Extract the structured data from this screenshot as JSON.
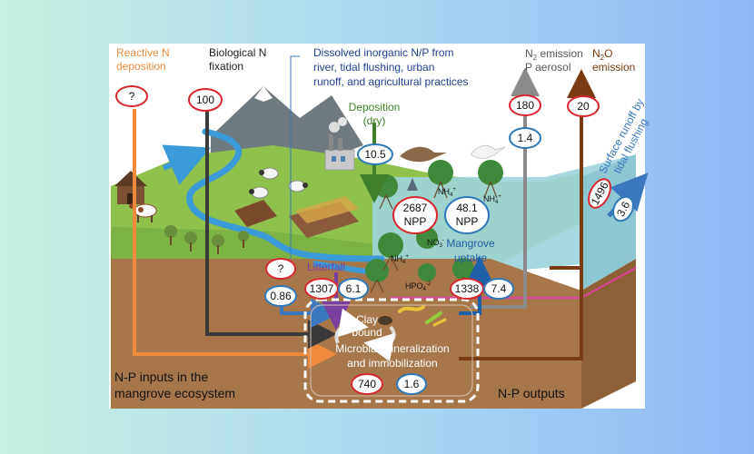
{
  "labels": {
    "reactive_n_1": "Reactive N",
    "reactive_n_2": "deposition",
    "bio_n_1": "Biological N",
    "bio_n_2": "fixation",
    "dissolved_1": "Dissolved inorganic N/P from",
    "dissolved_2": "river, tidal flushing, urban",
    "dissolved_3": "runoff, and agricultural practices",
    "deposition_dry_1": "Deposition",
    "deposition_dry_2": "(dry)",
    "n2_emission_1": "N",
    "n2_emission_sub": "2",
    "n2_emission_2": " emission",
    "p_aerosol": "P aerosol",
    "n2o_1": "N",
    "n2o_sub": "2",
    "n2o_2": "O",
    "n2o_emission": "emission",
    "surface_runoff_1": "Surface runoff by",
    "surface_runoff_2": "tidal flushing",
    "litterfall": "Litterfall",
    "mangrove_uptake_1": "Mangrove",
    "mangrove_uptake_2": "uptake",
    "clay_bound_1": "Clay",
    "clay_bound_2": "bound",
    "microbial_1": "Microbial mineralization",
    "microbial_2": "and immobilization",
    "inputs_1": "N-P inputs in the",
    "inputs_2": "mangrove ecosystem",
    "outputs": "N-P outputs",
    "npp": "NPP",
    "nh4_a": "NH",
    "nh4_b": "4",
    "nh4_c": "+",
    "no3_a": "NO",
    "no3_b": "3",
    "no3_c": "-",
    "hpo4_a": "HPO",
    "hpo4_b": "4",
    "hpo4_c": "-2"
  },
  "values": {
    "reactive_n": "?",
    "bio_fixation": "100",
    "deposition_dry": "10.5",
    "n2_emission": "180",
    "p_aerosol": "1.4",
    "n2o_emission": "20",
    "npp_n": "2687",
    "npp_p": "48.1",
    "runoff_n": "1496",
    "runoff_p": "3.6",
    "dissolved_n": "?",
    "dissolved_p": "0.86",
    "litterfall_n": "1307",
    "litterfall_p": "6.1",
    "uptake_n": "1338",
    "uptake_p": "7.4",
    "microbial_n": "740",
    "microbial_p": "1.6"
  },
  "colors": {
    "nitrogen_oval": "#d9262c",
    "phosphorus_oval": "#2f78b8",
    "reactive_arrow": "#ef8a3c",
    "bio_arrow": "#3a3a3a",
    "emission_n2": "#8b8b8b",
    "emission_n2o": "#7a3b12",
    "runoff": "#3a78c0",
    "dissolved_title": "#1f3f8f",
    "deposition_title": "#3f7f2a",
    "litterfall": "#7b3fa0",
    "uptake": "#1f5fa8"
  },
  "icons": [
    "mangrove-tree-icon",
    "cow-icon",
    "sheep-icon",
    "barn-icon",
    "factory-icon",
    "pelican-icon",
    "egret-icon",
    "heron-icon",
    "crab-icon",
    "worm-icon",
    "cycle-arrows-icon"
  ]
}
